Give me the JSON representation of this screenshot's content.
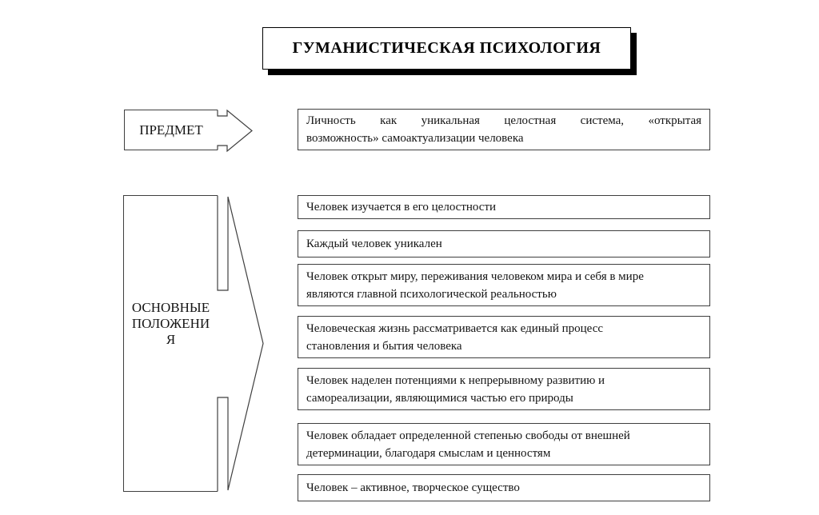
{
  "title": {
    "text": "ГУМАНИСТИЧЕСКАЯ ПСИХОЛОГИЯ"
  },
  "predmet": {
    "label": "ПРЕДМЕТ",
    "definition_lines": [
      "Личность как уникальная целостная система, «открытая",
      "возможность» самоактуализации человека"
    ]
  },
  "principles": {
    "label": "ОСНОВНЫЕ\nПОЛОЖЕНИ\nЯ",
    "items": [
      "Человек изучается в его целостности",
      "Каждый человек уникален",
      "Человек открыт миру, переживания человеком мира и себя в мире\nявляются главной психологической реальностью",
      "Человеческая жизнь рассматривается как единый процесс\nстановления и бытия человека",
      "Человек наделен потенциями к непрерывному развитию и\nсамореализации, являющимися частью его природы",
      "Человек обладает определенной степенью свободы от внешней\nдетерминации, благодаря смыслам и ценностям",
      "Человек – активное, творческое существо"
    ]
  },
  "colors": {
    "line": "#3f3f3f",
    "title_border": "#000000",
    "title_shadow": "#000000",
    "background": "#ffffff"
  }
}
